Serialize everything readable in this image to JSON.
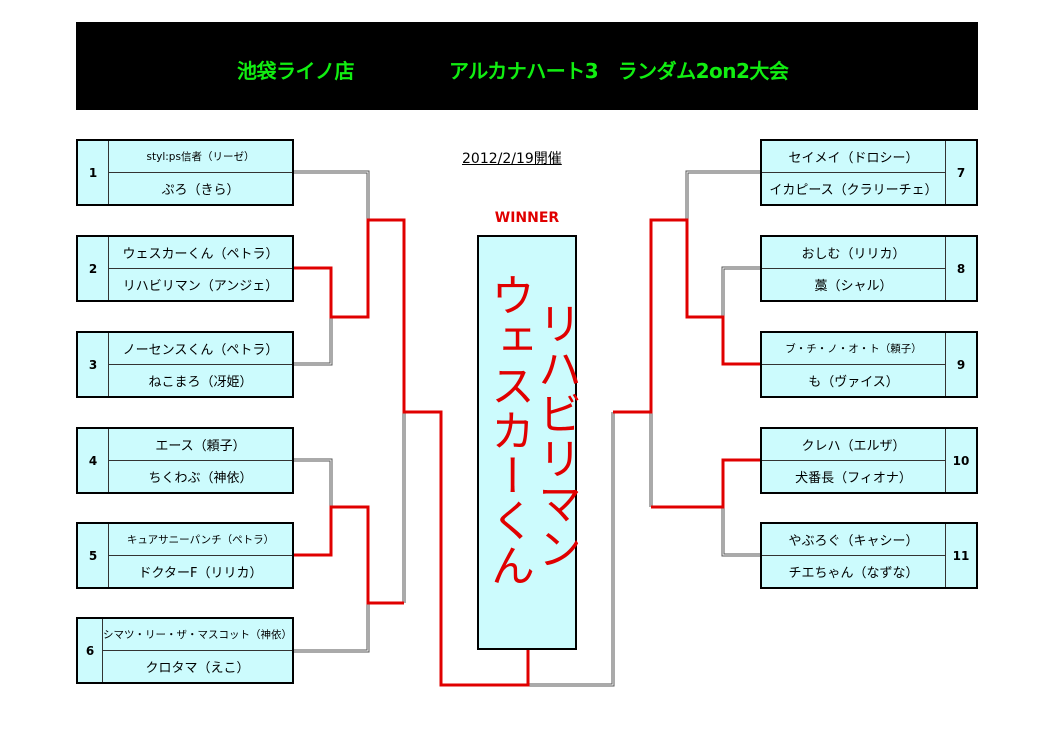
{
  "header": {
    "store": "池袋ライノ店",
    "event": "アルカナハート3　ランダム2on2大会"
  },
  "date": "2012/2/19開催",
  "winner": {
    "label": "WINNER",
    "player1": "ウェスカーくん",
    "player2": "リハビリマン"
  },
  "colors": {
    "winner_line": "#e00000",
    "header_text": "#11ee11",
    "box_fill": "#ccfbfd"
  },
  "teams": [
    {
      "num": "1",
      "p1": "styl:ps信者（リーゼ）",
      "p2": "ぷろ（きら）"
    },
    {
      "num": "2",
      "p1": "ウェスカーくん（ペトラ）",
      "p2": "リハビリマン（アンジェ）"
    },
    {
      "num": "3",
      "p1": "ノーセンスくん（ペトラ）",
      "p2": "ねこまろ（冴姫）"
    },
    {
      "num": "4",
      "p1": "エース（頼子）",
      "p2": "ちくわぶ（神依）"
    },
    {
      "num": "5",
      "p1": "キュアサニーパンチ（ペトラ）",
      "p2": "ドクターF（リリカ）"
    },
    {
      "num": "6",
      "p1": "シマツ・リー・ザ・マスコット（神依）",
      "p2": "クロタマ（えこ）"
    },
    {
      "num": "7",
      "p1": "セイメイ（ドロシー）",
      "p2": "イカピース（クラリーチェ）"
    },
    {
      "num": "8",
      "p1": "おしむ（リリカ）",
      "p2": "藁（シャル）"
    },
    {
      "num": "9",
      "p1": "ブ・チ・ノ・オ・ト（頼子）",
      "p2": "も（ヴァイス）"
    },
    {
      "num": "10",
      "p1": "クレハ（エルザ）",
      "p2": "犬番長（フィオナ）"
    },
    {
      "num": "11",
      "p1": "やぶろぐ（キャシー）",
      "p2": "チエちゃん（なずな）"
    }
  ]
}
